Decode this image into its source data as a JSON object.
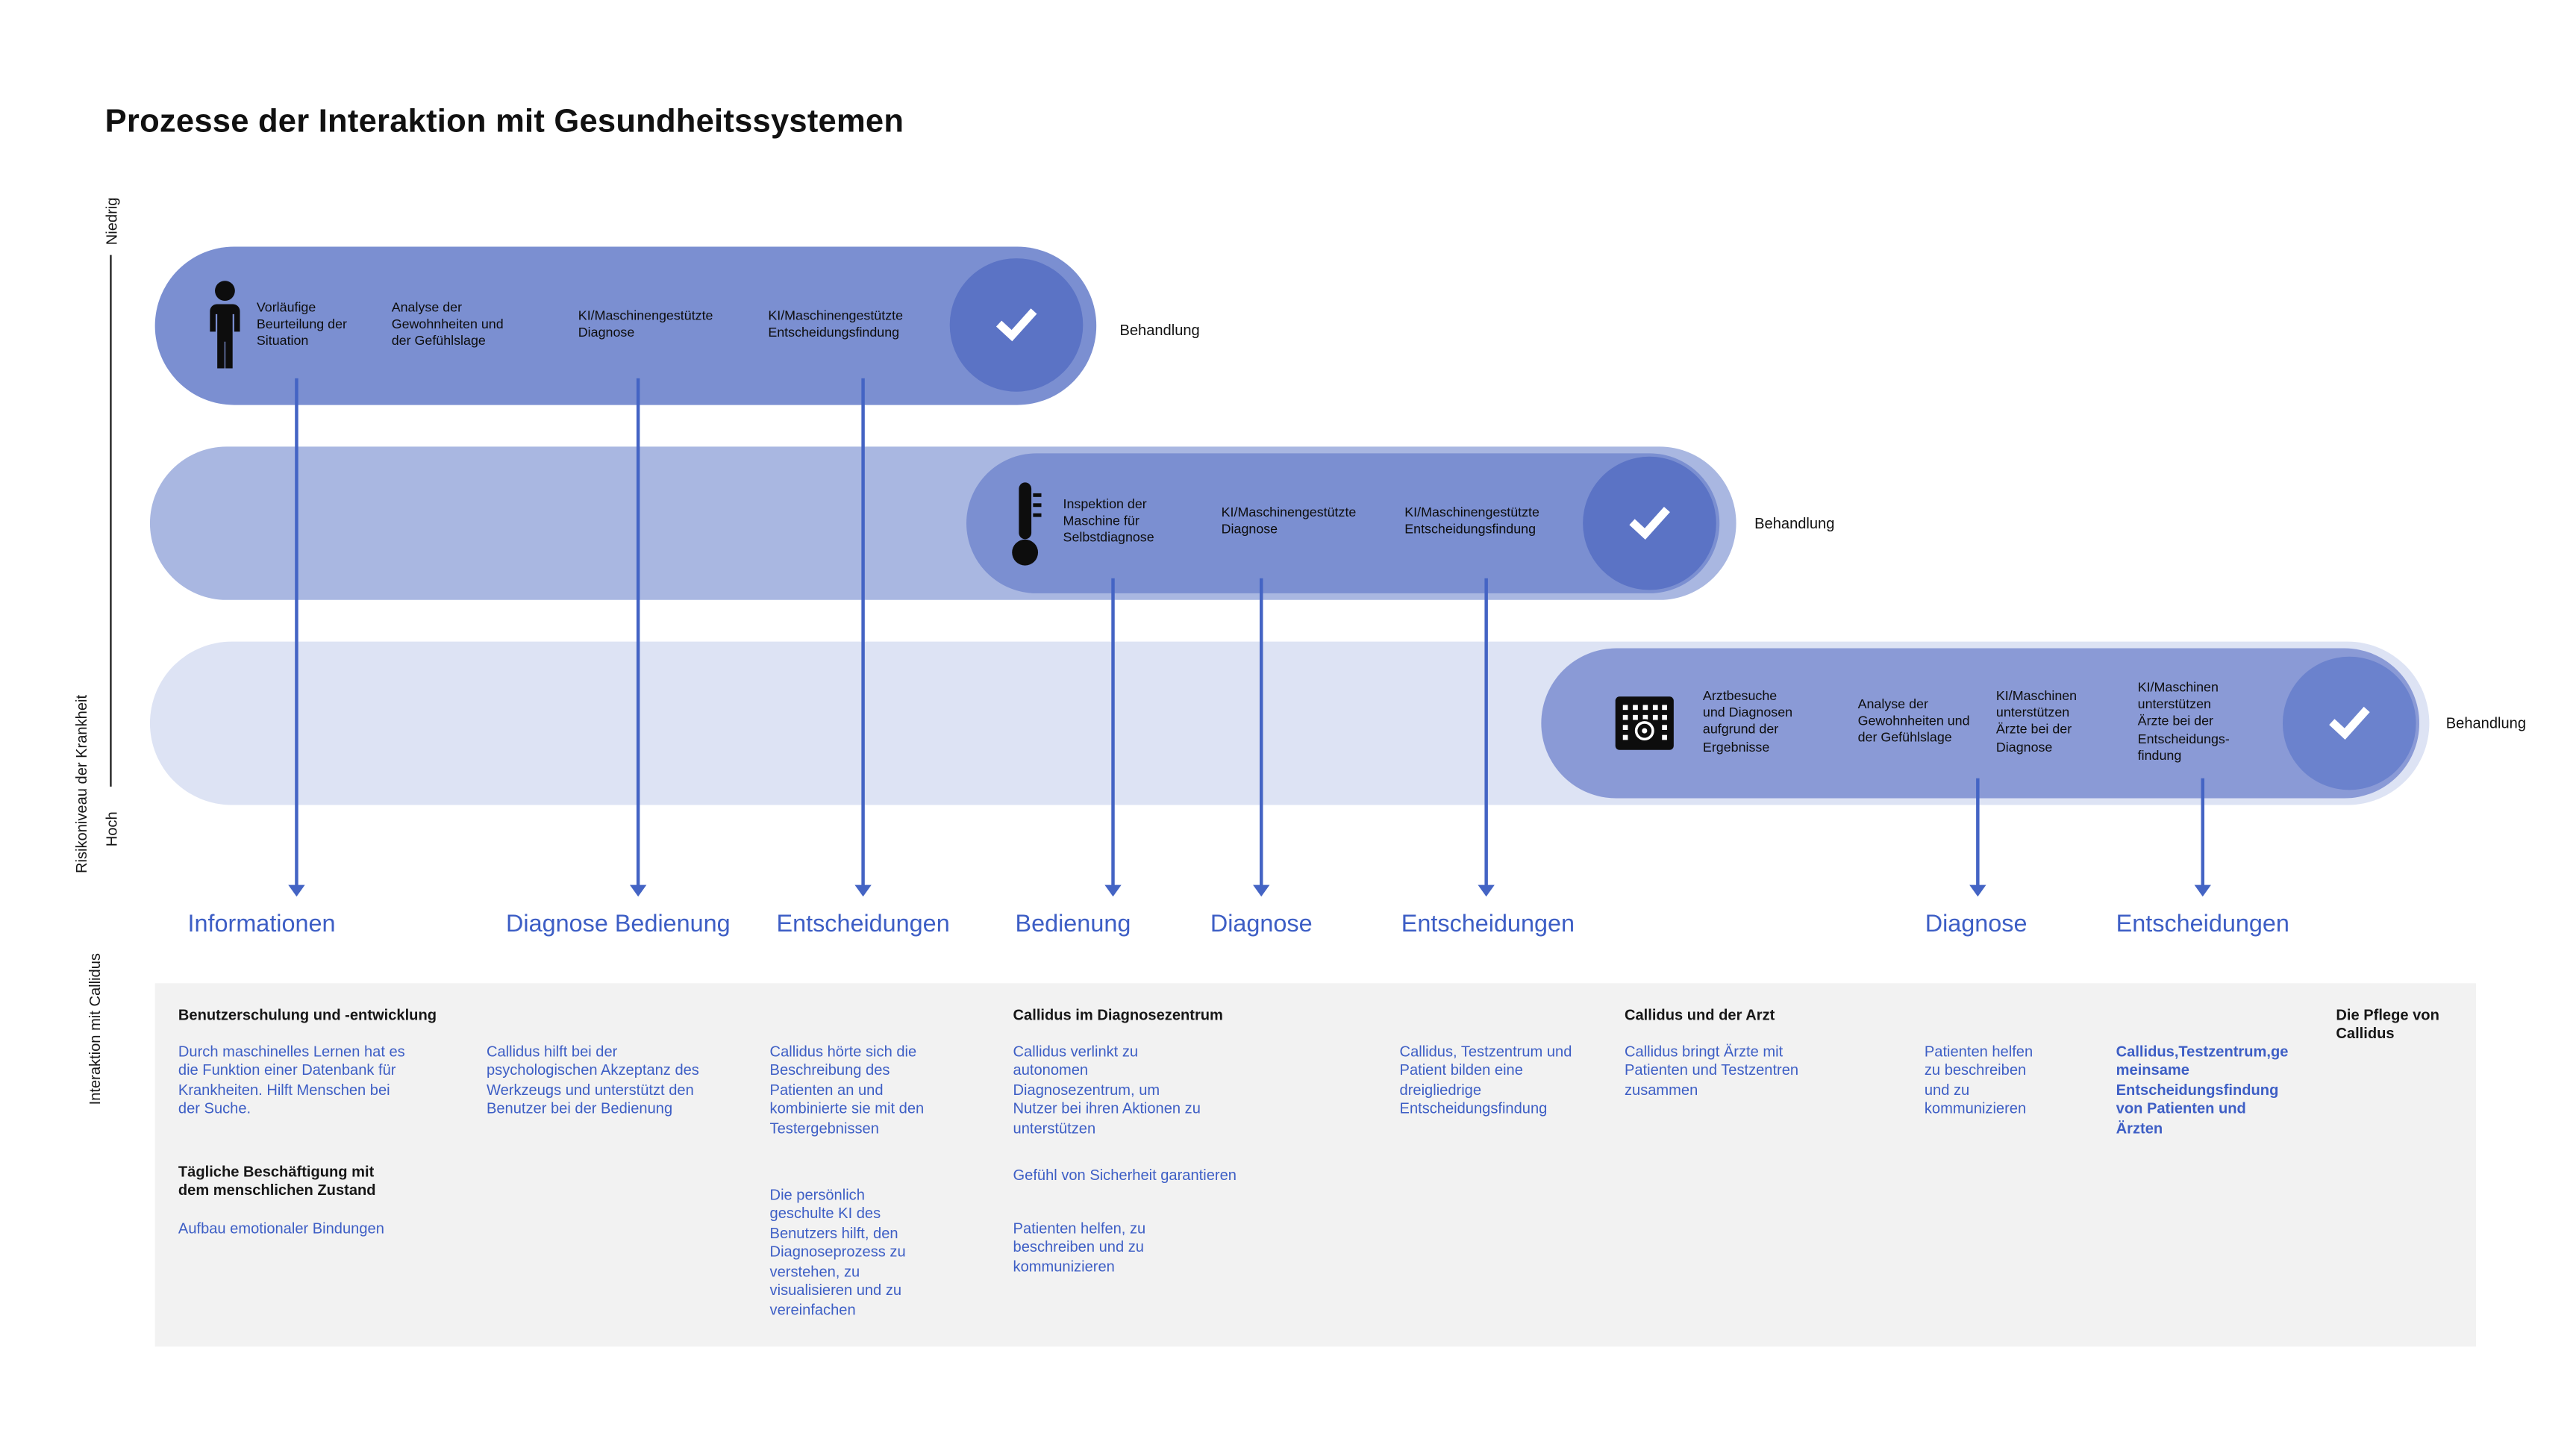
{
  "title": "Prozesse der Interaktion mit Gesundheitssystemen",
  "axis": {
    "low": "Niedrig",
    "high": "Hoch",
    "risk": "Risikoniveau der Krankheit",
    "interaction": "Interaktion mit Callidus"
  },
  "treatment_label": "Behandlung",
  "tracks": [
    {
      "icon": "person-icon",
      "steps": [
        "Vorläufige Beurteilung der Situation",
        "Analyse der Gewohnheiten und der Gefühlslage",
        "KI/Maschinengestützte Diagnose",
        "KI/Maschinengestützte Entscheidungsfindung"
      ]
    },
    {
      "icon": "thermometer-icon",
      "steps": [
        "Inspektion der Maschine für Selbstdiagnose",
        "KI/Maschinengestützte Diagnose",
        "KI/Maschinengestützte Entscheidungsfindung"
      ]
    },
    {
      "icon": "hospital-icon",
      "steps": [
        "Arztbesuche und Diagnosen aufgrund der Ergebnisse",
        "Analyse der Gewohnheiten und der Gefühlslage",
        "KI/Maschinen unterstützen Ärzte bei der Diagnose",
        "KI/Maschinen unterstützen Ärzte bei der Entscheidungs-findung"
      ]
    }
  ],
  "categories": [
    "Informationen",
    "Diagnose Bedienung",
    "Entscheidungen",
    "Bedienung",
    "Diagnose",
    "Entscheidungen",
    "Diagnose",
    "Entscheidungen"
  ],
  "notes": {
    "col1_heading1": "Benutzerschulung und -entwicklung",
    "col1_para1": "Durch maschinelles Lernen hat es die Funktion einer Datenbank für Krankheiten. Hilft Menschen bei der Suche.",
    "col1_heading2": "Tägliche Beschäftigung mit dem menschlichen Zustand",
    "col1_para2": "Aufbau emotionaler Bindungen",
    "col2_para1": "Callidus hilft bei der psychologischen Akzeptanz des Werkzeugs und unterstützt den Benutzer bei der Bedienung",
    "col3_para1": "Callidus hörte sich die Beschreibung des Patienten an und kombinierte sie mit den Testergebnissen",
    "col3_para2": "Die persönlich geschulte KI des Benutzers hilft, den Diagnoseprozess zu verstehen, zu visualisieren und zu vereinfachen",
    "col4_heading1": "Callidus im Diagnosezentrum",
    "col4_para1": "Callidus verlinkt zu autonomen Diagnosezentrum, um Nutzer bei ihren Aktionen zu unterstützen",
    "col4_para2": "Gefühl von Sicherheit garantieren",
    "col4_para3": "Patienten helfen, zu beschreiben und zu kommunizieren",
    "col5_para1": "Callidus, Testzentrum und Patient bilden eine dreigliedrige Entscheidungsfindung",
    "col6_heading1": "Callidus und der Arzt",
    "col6_para1": "Callidus bringt Ärzte mit Patienten und Testzentren zusammen",
    "col7_para1": "Patienten helfen zu beschreiben und zu kommunizieren",
    "col8_para1": "Callidus,Testzentrum,gemeinsame Entscheidungsfindung von Patienten und Ärzten",
    "col9_heading1": "Die Pflege von Callidus"
  },
  "colors": {
    "pill_primary": "#7b8fd1",
    "pill_secondary": "#a9b7e1",
    "pill_tertiary": "#dde3f4",
    "pill_track3_inner": "#8a9ad6",
    "check_circle": "#5b73c5",
    "check_circle_track3": "#6b82cd",
    "arrow_blue": "#4464c4",
    "accent_text_blue": "#3d5ec5",
    "panel_gray": "#f2f2f2",
    "text_black": "#161616"
  }
}
